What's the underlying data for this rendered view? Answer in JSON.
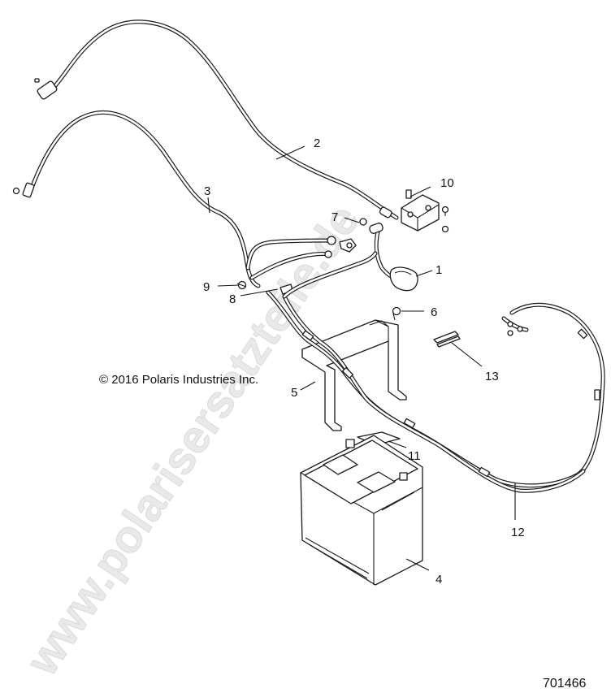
{
  "watermark": "www.polarisersatzteile.de",
  "copyright": "© 2016 Polaris Industries Inc.",
  "document_number": "701466",
  "callouts": [
    {
      "id": "1"
    },
    {
      "id": "2"
    },
    {
      "id": "3"
    },
    {
      "id": "4"
    },
    {
      "id": "5"
    },
    {
      "id": "6"
    },
    {
      "id": "7"
    },
    {
      "id": "8"
    },
    {
      "id": "9"
    },
    {
      "id": "10"
    },
    {
      "id": "11"
    },
    {
      "id": "12"
    },
    {
      "id": "13"
    }
  ]
}
